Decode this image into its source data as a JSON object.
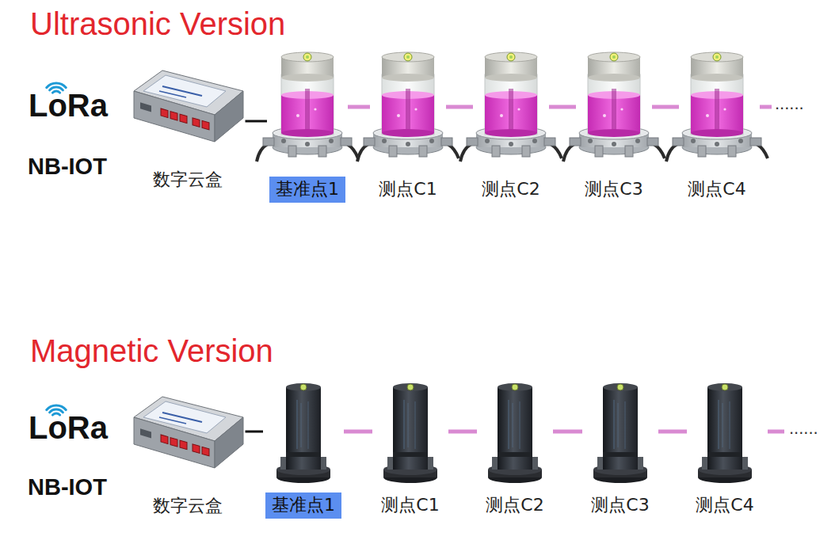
{
  "diagram": {
    "nodes": [
      {
        "text": [
          "数字云盒"
        ]
      },
      {
        "text": [
          "基准点1"
        ]
      },
      {
        "text": [
          "测点C1"
        ]
      },
      {
        "text": [
          "测点C2"
        ]
      },
      {
        "text": [
          "测点C3"
        ]
      },
      {
        "text": [
          "测点C4"
        ]
      },
      {
        "text": [
          "数字云盒"
        ]
      },
      {
        "text": [
          "基准点1"
        ]
      },
      {
        "text": [
          "测点C1"
        ]
      },
      {
        "text": [
          "测点C2"
        ]
      },
      {
        "text": [
          "测点C3"
        ]
      },
      {
        "text": [
          "测点C4"
        ]
      }
    ],
    "edges": [
      {
        "from": 0,
        "to": 1,
        "arrow": "none"
      },
      {
        "from": 1,
        "to": 2,
        "arrow": "none"
      },
      {
        "from": 2,
        "to": 3,
        "arrow": "none"
      },
      {
        "from": 3,
        "to": 4,
        "arrow": "none"
      },
      {
        "from": 4,
        "to": 5,
        "arrow": "none"
      },
      {
        "from": 6,
        "to": 7,
        "arrow": "none"
      },
      {
        "from": 7,
        "to": 8,
        "arrow": "none"
      },
      {
        "from": 8,
        "to": 9,
        "arrow": "none"
      },
      {
        "from": 9,
        "to": 10,
        "arrow": "none"
      },
      {
        "from": 10,
        "to": 11,
        "arrow": "none"
      }
    ],
    "labels": [
      "Ultrasonic Version",
      "LoRa",
      "NB-IOT",
      "......",
      "Magnetic Version",
      "LoRa",
      "NB-IOT",
      "......"
    ]
  }
}
